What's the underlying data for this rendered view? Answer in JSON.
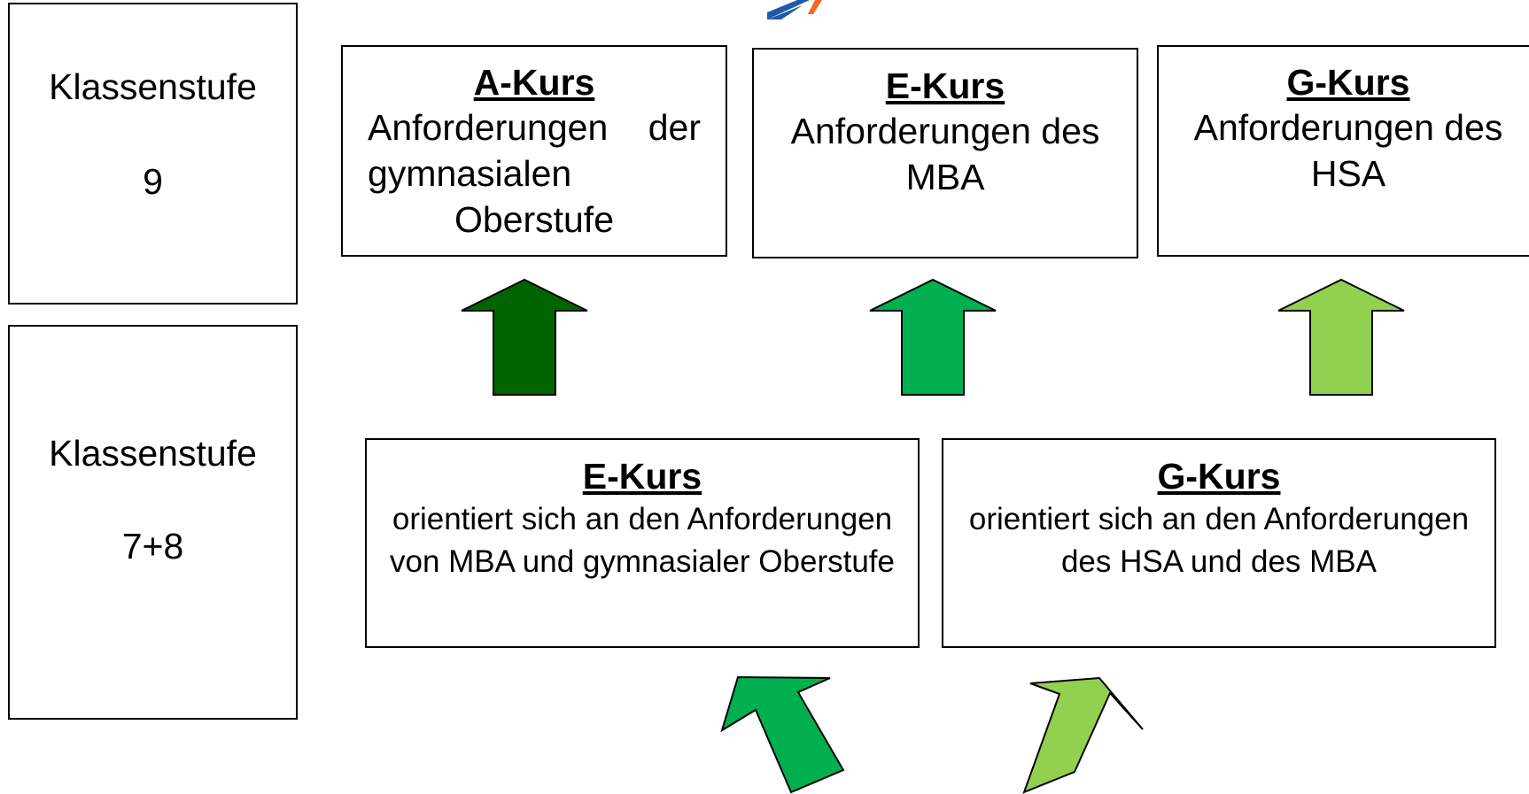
{
  "colors": {
    "dark_green": "#006400",
    "medium_green": "#00B050",
    "light_green": "#92D050",
    "logo_blue": "#1E5AA8",
    "logo_orange": "#F26A1B"
  },
  "grade_levels": [
    {
      "label": "Klassenstufe",
      "value": "9"
    },
    {
      "label": "Klassenstufe",
      "value": "7+8"
    }
  ],
  "courses_grade_9": [
    {
      "title": "A-Kurs",
      "description": "Anforderungen der gymnasialen Oberstufe"
    },
    {
      "title": "E-Kurs",
      "description": "Anforderungen des MBA"
    },
    {
      "title": "G-Kurs",
      "description": "Anforderungen des HSA"
    }
  ],
  "courses_grade_7_8": [
    {
      "title": "E-Kurs",
      "description": "orientiert sich an den Anforderungen von MBA und gymnasialer Oberstufe"
    },
    {
      "title": "G-Kurs",
      "description": "orientiert sich an den Anforderungen des HSA und des MBA"
    }
  ]
}
